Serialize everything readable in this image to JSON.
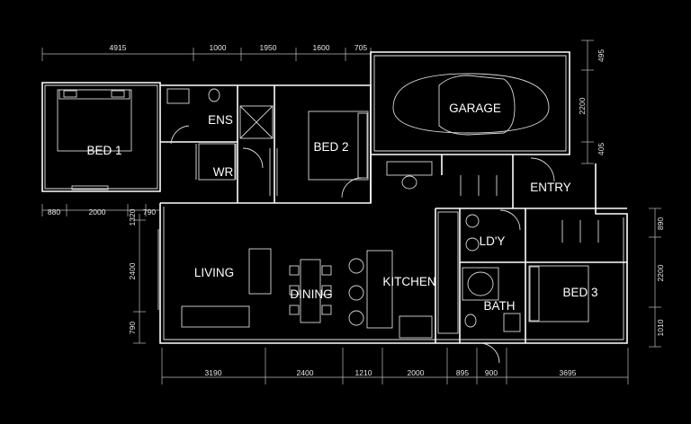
{
  "rooms": {
    "bed1": "BED 1",
    "ens": "ENS",
    "bed2": "BED 2",
    "garage": "GARAGE",
    "wr": "WR",
    "entry": "ENTRY",
    "ldy": "LD'Y",
    "living": "LIVING",
    "dining": "DINING",
    "kitchen": "KITCHEN",
    "bath": "BATH",
    "bed3": "BED 3"
  },
  "dimensions": {
    "top": [
      "4915",
      "1000",
      "1950",
      "1600",
      "705"
    ],
    "garage_right": [
      "495",
      "2200",
      "405"
    ],
    "bed1_below": [
      "880",
      "2000",
      "1320",
      "790"
    ],
    "left_side": [
      "2400",
      "790"
    ],
    "right_side": [
      "890",
      "2200",
      "1010"
    ],
    "bottom": [
      "3190",
      "2400",
      "1210",
      "2000",
      "895",
      "900",
      "3695"
    ]
  },
  "colors": {
    "background": "#000000",
    "lines": "#ffffff"
  }
}
